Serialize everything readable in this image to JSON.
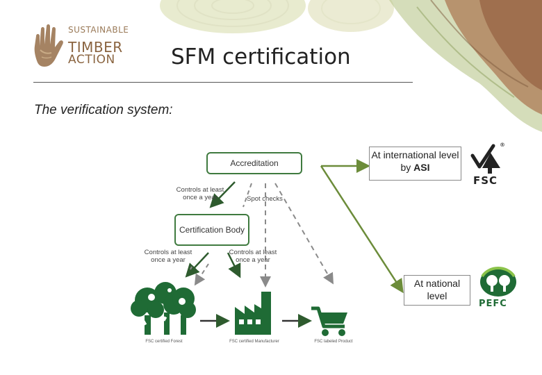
{
  "logo": {
    "line1": "SUSTAINABLE",
    "line2": "TIMBER",
    "line3": "ACTION",
    "colors": {
      "text": "#8a6440",
      "hand": "#9b7652"
    }
  },
  "header": {
    "title": "SFM certification",
    "subtitle": "The verification system:"
  },
  "diagram": {
    "nodes": {
      "accreditation": "Accreditation",
      "certification_body": "Certification Body"
    },
    "labels": {
      "controls_top": "Controls at least once a year",
      "spot_checks": "Spot checks",
      "controls_left": "Controls at least once a year",
      "controls_right": "Controls at least once a year"
    },
    "captions": {
      "forest": "FSC certified Forest",
      "manufacturer": "FSC certified Manufacturer",
      "product": "FSC labeled Product"
    },
    "icons": [
      "forest-icon",
      "factory-icon",
      "shopping-cart-icon"
    ],
    "colors": {
      "box_border": "#3f7a3f",
      "icon_green": "#1f6b35",
      "arrow_gray": "#7a7a7a"
    }
  },
  "callouts": {
    "international_prefix": "At international level by ",
    "international_emph": "ASI",
    "national": "At national level",
    "arrow_color": "#6c8c3a"
  },
  "brands": {
    "fsc": "FSC",
    "fsc_reg": "®",
    "pefc": "PEFC",
    "pefc_color": "#1f6b35"
  }
}
